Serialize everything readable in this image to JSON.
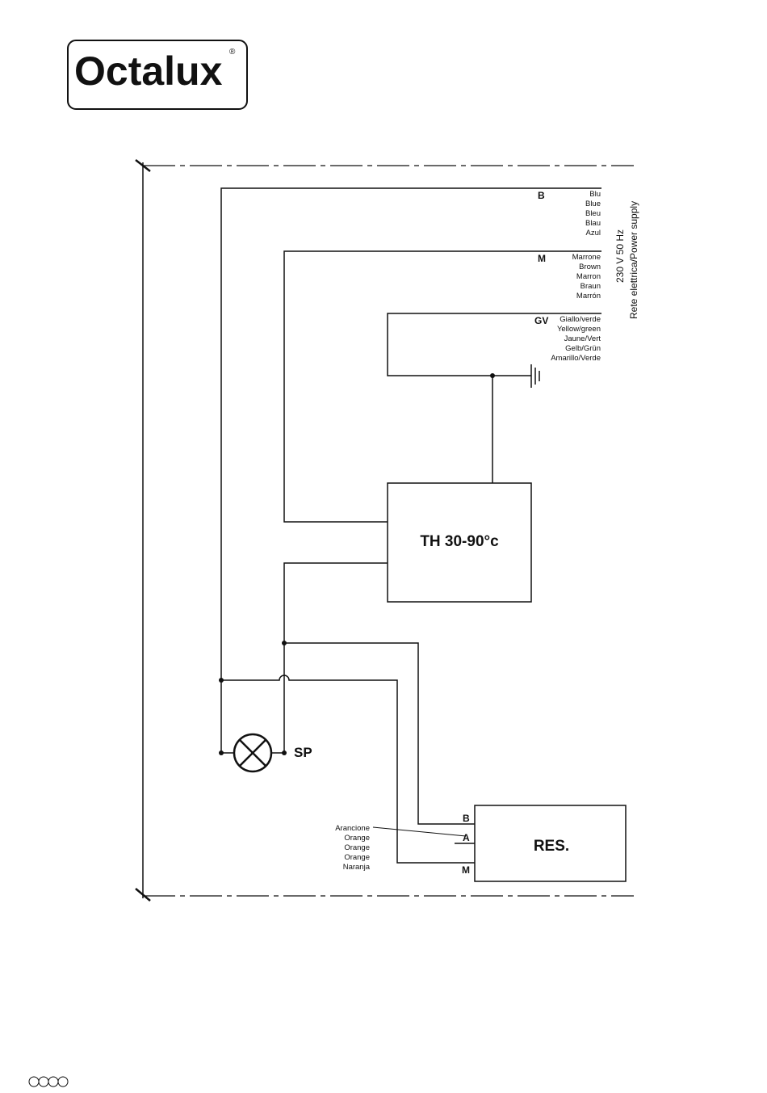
{
  "brand": {
    "name": "Octalux",
    "registered_mark": "®"
  },
  "wires": {
    "blue": {
      "code": "B",
      "names": [
        "Blu",
        "Blue",
        "Bleu",
        "Blau",
        "Azul"
      ]
    },
    "brown": {
      "code": "M",
      "names": [
        "Marrone",
        "Brown",
        "Marron",
        "Braun",
        "Marrón"
      ]
    },
    "yellow_green": {
      "code": "GV",
      "names": [
        "Giallo/verde",
        "Yellow/green",
        "Jaune/Vert",
        "Gelb/Grün",
        "Amarillo/Verde"
      ]
    }
  },
  "power_supply": {
    "voltage": "230 V 50 Hz",
    "label": "Rete elettrica/Power supply"
  },
  "thermostat": {
    "label": "TH 30-90°c"
  },
  "lamp": {
    "label": "SP",
    "icon": "indicator-lamp-icon"
  },
  "resistor": {
    "label": "RES.",
    "terminals": [
      "B",
      "A",
      "M"
    ],
    "orange_names": [
      "Arancione",
      "Orange",
      "Orange",
      "Orange",
      "Naranja"
    ]
  },
  "ground_icon": "ground-icon",
  "footer_icon": "four-circles-icon"
}
